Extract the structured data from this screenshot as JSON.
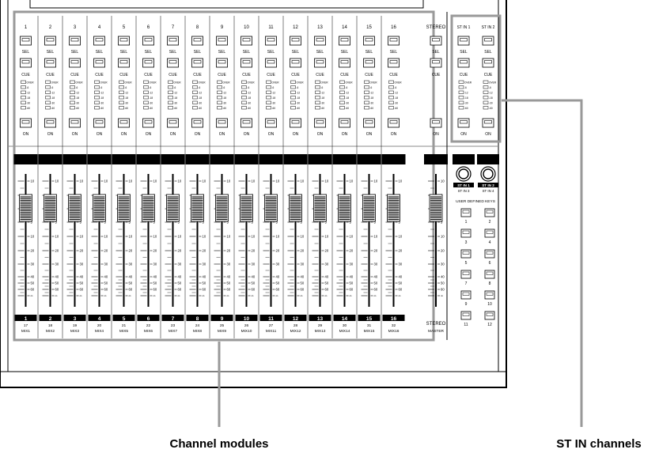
{
  "callouts": {
    "channel_modules": "Channel modules",
    "st_in_channels": "ST IN channels"
  },
  "channel_numbers": [
    "1",
    "2",
    "3",
    "4",
    "5",
    "6",
    "7",
    "8",
    "9",
    "10",
    "11",
    "12",
    "13",
    "14",
    "15",
    "16"
  ],
  "bottom_numbers": [
    "17",
    "18",
    "19",
    "20",
    "21",
    "22",
    "23",
    "24",
    "25",
    "26",
    "27",
    "28",
    "29",
    "30",
    "31",
    "32"
  ],
  "mix_labels": [
    "MIX1",
    "MIX2",
    "MIX3",
    "MIX4",
    "MIX5",
    "MIX6",
    "MIX7",
    "MIX8",
    "MIX9",
    "MIX10",
    "MIX11",
    "MIX12",
    "MIX13",
    "MIX14",
    "MIX15",
    "MIX16"
  ],
  "button_labels": {
    "sel": "SEL",
    "cue": "CUE",
    "on": "ON"
  },
  "meter_labels": [
    "OVER",
    "-6",
    "-12",
    "-18",
    "-30",
    "-60"
  ],
  "fader_scale": [
    "10",
    "5",
    "0",
    "5",
    "10",
    "20",
    "30",
    "40",
    "50",
    "60",
    "∞"
  ],
  "stereo": {
    "label": "STEREO",
    "bottom_label": "STEREO",
    "master": "MASTER"
  },
  "st_in": {
    "top_labels": [
      "ST IN 1",
      "ST IN 2"
    ],
    "knob_labels": [
      "ST IN 1",
      "ST IN 2"
    ],
    "knob_sublabels": [
      "ST IN 3",
      "ST IN 4"
    ]
  },
  "user_keys": {
    "title": "USER DEFINED KEYS",
    "labels": [
      "1",
      "2",
      "3",
      "4",
      "5",
      "6",
      "7",
      "8",
      "9",
      "10",
      "11",
      "12"
    ]
  }
}
